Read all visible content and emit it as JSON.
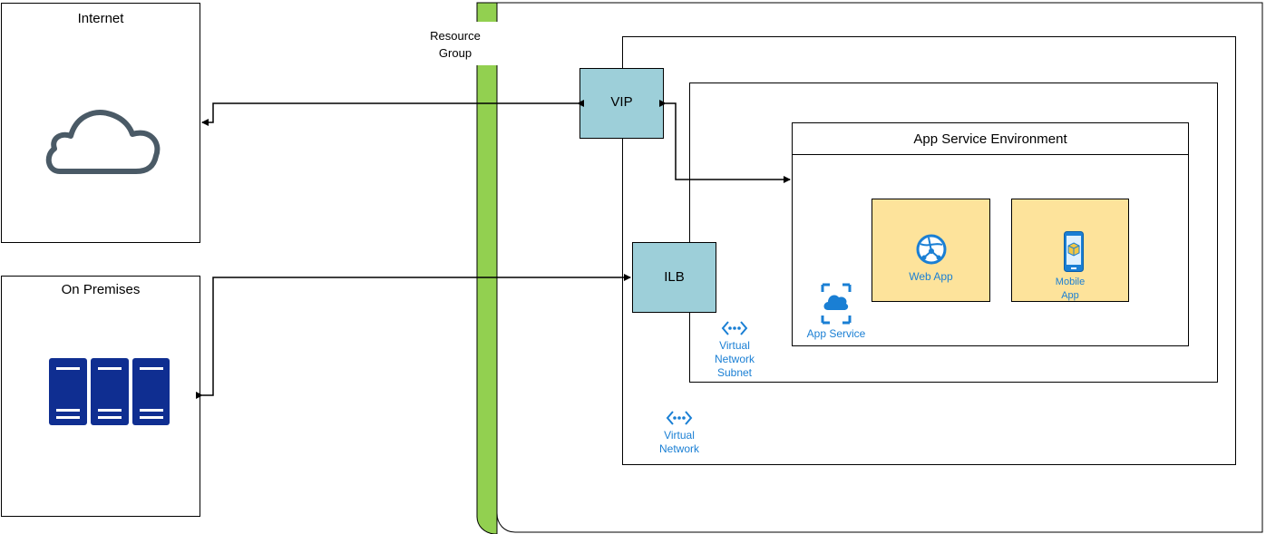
{
  "internet": {
    "title": "Internet",
    "icon": "cloud-icon"
  },
  "on_premises": {
    "title": "On Premises",
    "icon": "server-rack-icon"
  },
  "resource_group": {
    "label_line1": "Resource",
    "label_line2": "Group",
    "accent_color": "#92d050"
  },
  "vip": {
    "label": "VIP",
    "fill": "#9dcfd9"
  },
  "ilb": {
    "label": "ILB",
    "fill": "#9dcfd9"
  },
  "ase": {
    "title": "App Service Environment"
  },
  "web_app": {
    "label": "Web App",
    "icon": "globe-icon",
    "fill": "#fde39b"
  },
  "mobile_app": {
    "label_line1": "Mobile",
    "label_line2": "App",
    "icon": "mobile-app-icon",
    "fill": "#fde39b"
  },
  "app_service": {
    "label": "App Service",
    "icon": "app-service-icon"
  },
  "vnet_subnet": {
    "line1": "Virtual",
    "line2": "Network",
    "line3": "Subnet",
    "icon": "virtual-network-icon"
  },
  "vnet": {
    "line1": "Virtual",
    "line2": "Network",
    "icon": "virtual-network-icon"
  },
  "colors": {
    "azure_blue": "#1a7fd4",
    "server_blue": "#0f2e91",
    "cloud_gray": "#4a5a66"
  }
}
